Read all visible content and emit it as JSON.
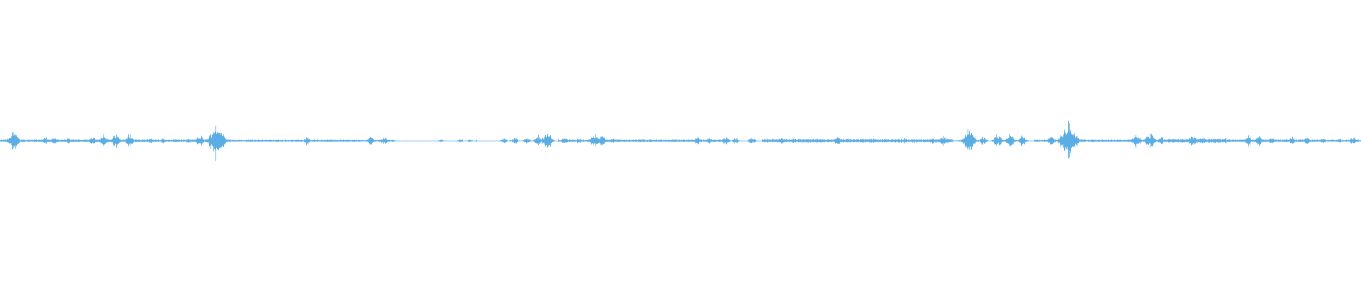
{
  "waveform": {
    "color": "#5aaee3",
    "background": "#ffffff",
    "segments": [
      [
        0.0,
        0.16,
        0.012
      ],
      [
        0.16,
        0.29,
        0.01
      ],
      [
        0.29,
        0.35,
        0.002
      ],
      [
        0.35,
        0.35,
        0.01
      ],
      [
        0.35,
        0.41,
        0.002
      ],
      [
        0.41,
        0.53,
        0.012
      ],
      [
        0.53,
        0.56,
        0.002
      ],
      [
        0.56,
        0.7,
        0.016
      ],
      [
        0.7,
        0.705,
        0.006
      ],
      [
        0.705,
        0.76,
        0.002
      ],
      [
        0.76,
        0.858,
        0.012
      ],
      [
        0.858,
        0.9,
        0.018
      ],
      [
        0.9,
        0.962,
        0.012
      ],
      [
        0.962,
        1.0,
        0.01
      ]
    ],
    "peaks": [
      [
        0.01,
        0.1
      ],
      [
        0.033,
        0.035
      ],
      [
        0.04,
        0.04
      ],
      [
        0.05,
        0.03
      ],
      [
        0.068,
        0.045
      ],
      [
        0.076,
        0.06
      ],
      [
        0.085,
        0.07
      ],
      [
        0.095,
        0.06
      ],
      [
        0.11,
        0.03
      ],
      [
        0.12,
        0.03
      ],
      [
        0.138,
        0.03
      ],
      [
        0.147,
        0.06
      ],
      [
        0.159,
        0.18
      ],
      [
        0.225,
        0.04
      ],
      [
        0.242,
        0.02
      ],
      [
        0.272,
        0.05
      ],
      [
        0.282,
        0.04
      ],
      [
        0.324,
        0.02
      ],
      [
        0.338,
        0.02
      ],
      [
        0.345,
        0.015
      ],
      [
        0.37,
        0.03
      ],
      [
        0.378,
        0.04
      ],
      [
        0.387,
        0.04
      ],
      [
        0.395,
        0.05
      ],
      [
        0.402,
        0.09
      ],
      [
        0.415,
        0.04
      ],
      [
        0.425,
        0.03
      ],
      [
        0.437,
        0.08
      ],
      [
        0.442,
        0.05
      ],
      [
        0.45,
        0.03
      ],
      [
        0.512,
        0.04
      ],
      [
        0.521,
        0.03
      ],
      [
        0.533,
        0.05
      ],
      [
        0.54,
        0.03
      ],
      [
        0.552,
        0.04
      ],
      [
        0.575,
        0.04
      ],
      [
        0.583,
        0.03
      ],
      [
        0.592,
        0.03
      ],
      [
        0.6,
        0.03
      ],
      [
        0.615,
        0.05
      ],
      [
        0.633,
        0.03
      ],
      [
        0.642,
        0.03
      ],
      [
        0.665,
        0.03
      ],
      [
        0.685,
        0.04
      ],
      [
        0.693,
        0.05
      ],
      [
        0.712,
        0.12
      ],
      [
        0.722,
        0.05
      ],
      [
        0.733,
        0.07
      ],
      [
        0.742,
        0.07
      ],
      [
        0.751,
        0.06
      ],
      [
        0.772,
        0.06
      ],
      [
        0.785,
        0.18
      ],
      [
        0.79,
        0.06
      ],
      [
        0.835,
        0.07
      ],
      [
        0.845,
        0.09
      ],
      [
        0.853,
        0.04
      ],
      [
        0.876,
        0.06
      ],
      [
        0.883,
        0.04
      ],
      [
        0.892,
        0.03
      ],
      [
        0.9,
        0.03
      ],
      [
        0.917,
        0.05
      ],
      [
        0.925,
        0.05
      ],
      [
        0.934,
        0.04
      ],
      [
        0.949,
        0.04
      ],
      [
        0.96,
        0.04
      ],
      [
        0.972,
        0.03
      ],
      [
        0.984,
        0.03
      ],
      [
        0.994,
        0.04
      ]
    ]
  }
}
